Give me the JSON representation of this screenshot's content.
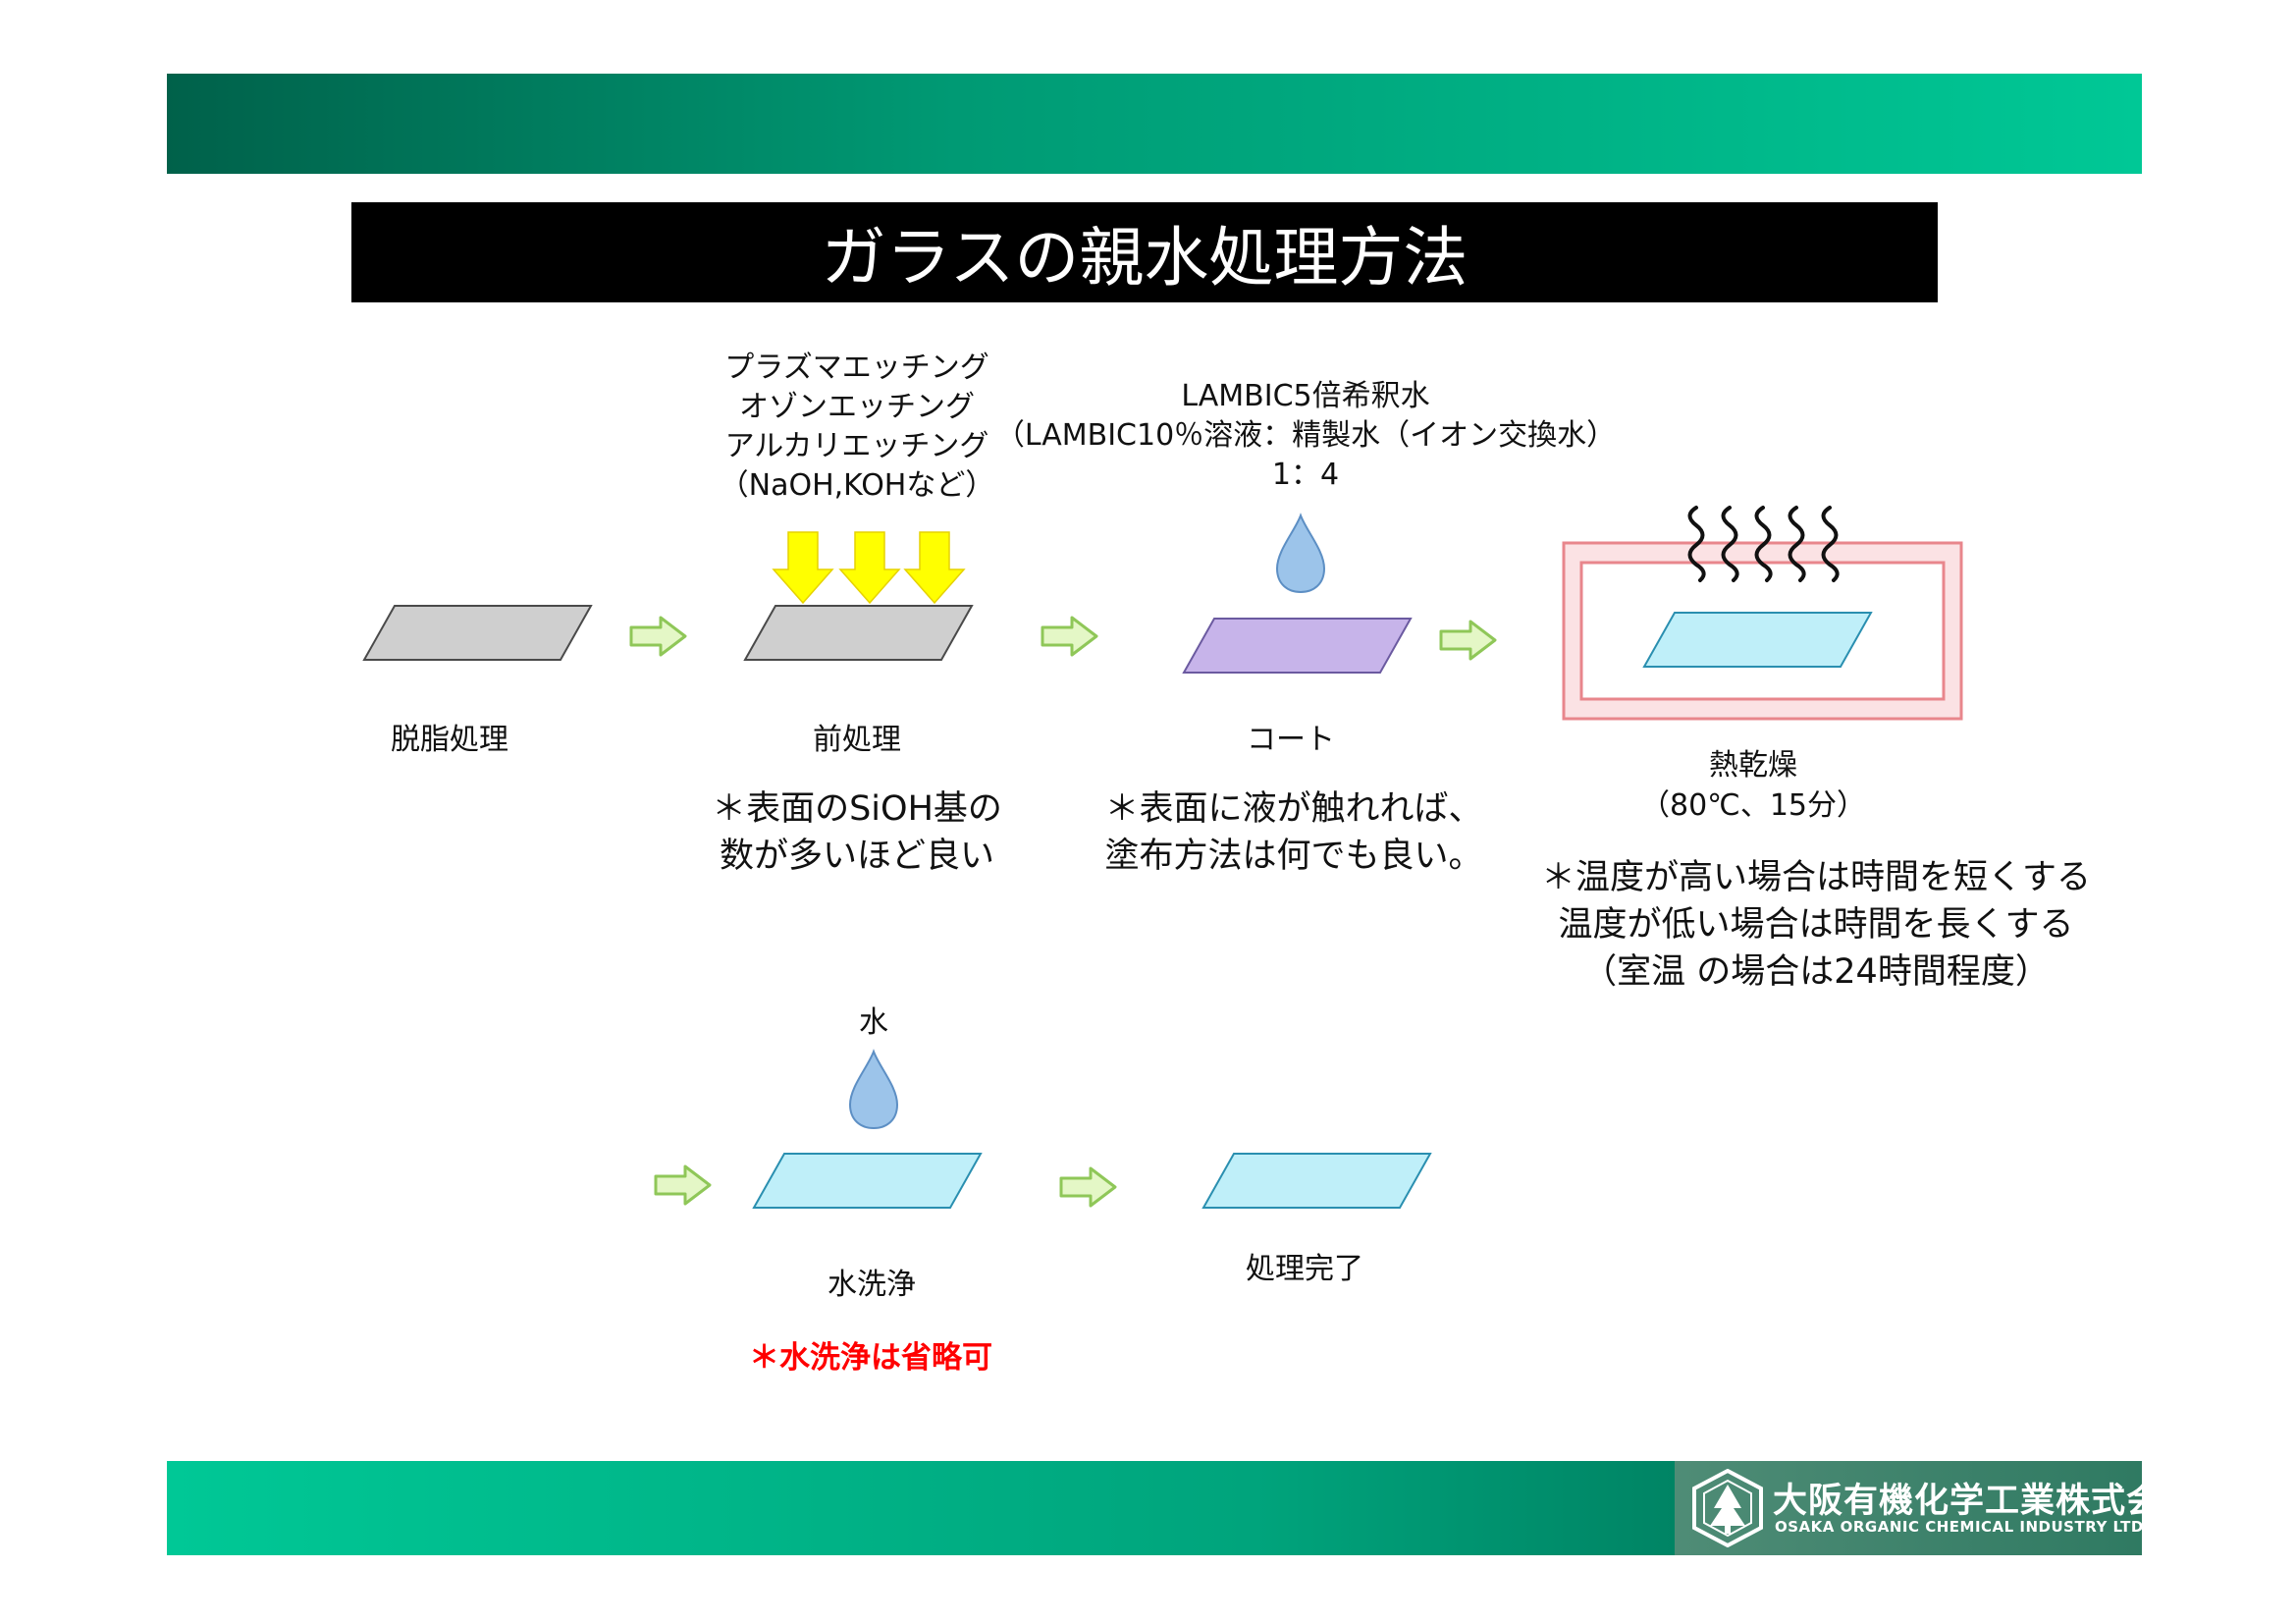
{
  "title": "ガラスの親水処理方法",
  "steps": {
    "degrease": "脱脂処理",
    "pretreat": "前処理",
    "coat": "コート",
    "dry": "熱乾燥",
    "dry_condition": "（80℃、15分）",
    "wash": "水洗浄",
    "done": "処理完了"
  },
  "pretreat_methods": [
    "プラズマエッチング",
    "オゾンエッチング",
    "アルカリエッチング",
    "（NaOH,KOHなど）"
  ],
  "coat_liquid": [
    "LAMBIC5倍希釈水",
    "（LAMBIC10％溶液：精製水（イオン交換水）",
    "1：4"
  ],
  "wash_liquid": "水",
  "notes": {
    "pretreat": [
      "＊表面のSiOH基の",
      "数が多いほど良い"
    ],
    "coat": [
      "＊表面に液が触れれば、",
      "塗布方法は何でも良い。"
    ],
    "dry": [
      "＊温度が高い場合は時間を短くする",
      "温度が低い場合は時間を長くする",
      "（室温 の場合は24時間程度）"
    ],
    "wash": "＊水洗浄は省略可"
  },
  "logo": {
    "jp": "大阪有機化学工業株式会社",
    "en": "OSAKA ORGANIC CHEMICAL INDUSTRY LTD."
  },
  "colors": {
    "band_dark": "#00614a",
    "band_light": "#00c896",
    "arrow_fill": "#e4f7c6",
    "arrow_stroke": "#8fc758",
    "gray_glass": "#cfcfcf",
    "coated_glass": "#c7b4ea",
    "finished_glass": "#bfeff9",
    "drop": "#9cc4ea",
    "down_arrow": "#ffff00",
    "oven": "#e8868c",
    "note_red": "#ff0000"
  }
}
